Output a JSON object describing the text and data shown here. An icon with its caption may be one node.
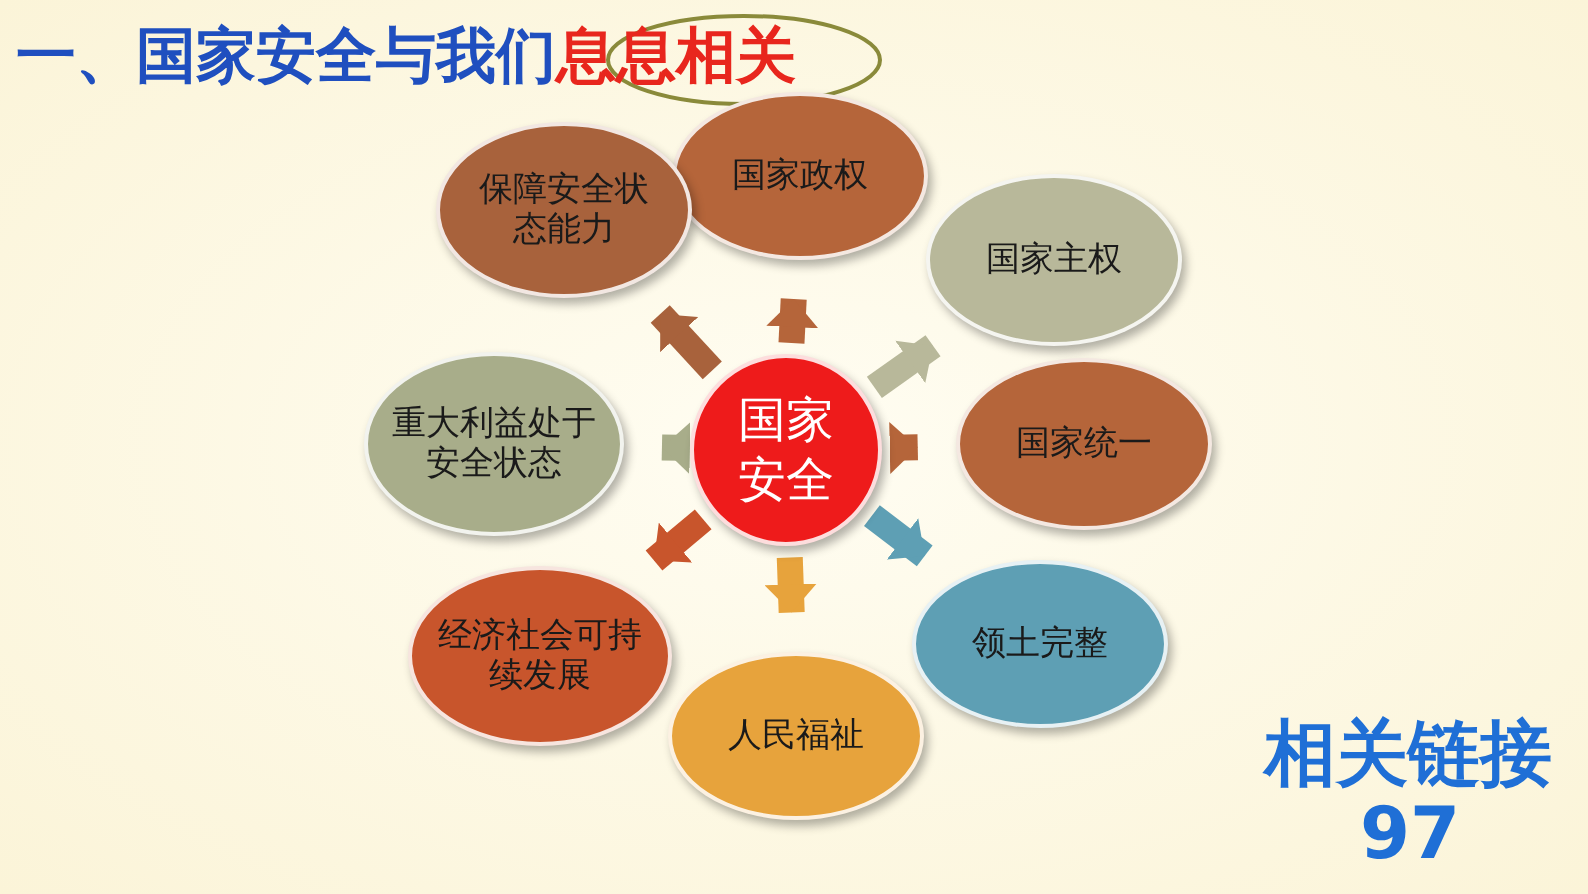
{
  "diagram": {
    "title": "一、国家安全与我们息息相关",
    "nodes": [
      {
        "text": [
          "国家安全"
        ]
      },
      {
        "text": [
          "国家政权"
        ]
      },
      {
        "text": [
          "国家主权"
        ]
      },
      {
        "text": [
          "国家统一"
        ]
      },
      {
        "text": [
          "领土完整"
        ]
      },
      {
        "text": [
          "人民福祉"
        ]
      },
      {
        "text": [
          "经济社会可持续发展"
        ]
      },
      {
        "text": [
          "重大利益处于安全状态"
        ]
      },
      {
        "text": [
          "保障安全状态能力"
        ]
      }
    ],
    "edges": [
      {
        "from": 0,
        "to": 1,
        "arrow": "to",
        "color": "#b5653a"
      },
      {
        "from": 0,
        "to": 2,
        "arrow": "to",
        "color": "#b8b89a"
      },
      {
        "from": 0,
        "to": 3,
        "arrow": "to",
        "color": "#b5653a"
      },
      {
        "from": 0,
        "to": 4,
        "arrow": "to",
        "color": "#5e9fb4"
      },
      {
        "from": 0,
        "to": 5,
        "arrow": "to",
        "color": "#e7a33c"
      },
      {
        "from": 0,
        "to": 6,
        "arrow": "to",
        "color": "#c8552c"
      },
      {
        "from": 0,
        "to": 7,
        "arrow": "to",
        "color": "#a8ad8a"
      },
      {
        "from": 0,
        "to": 8,
        "arrow": "to",
        "color": "#a8623c"
      }
    ],
    "labels": [
      "相关链接",
      "97"
    ]
  }
}
